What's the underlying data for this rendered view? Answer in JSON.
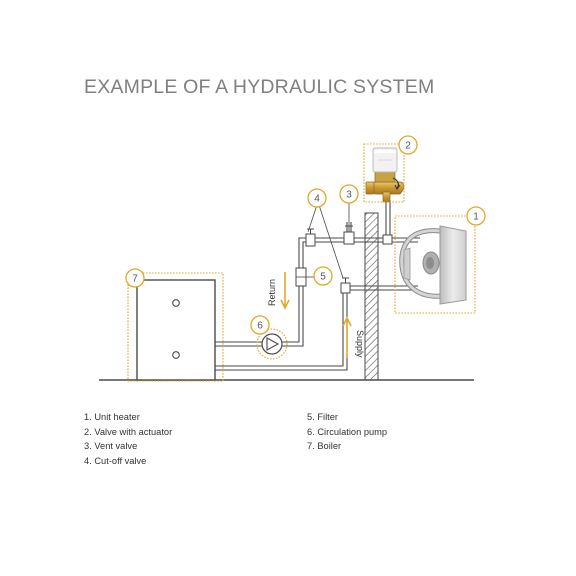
{
  "title": "EXAMPLE OF A HYDRAULIC SYSTEM",
  "colors": {
    "accent": "#e0a82a",
    "pipe": "#4a4a4a",
    "wall_hatch": "#555555",
    "title_gray": "#808080",
    "heater_body": "#d8d8d8"
  },
  "markers": {
    "unit_heater": "1",
    "valve_actuator": "2",
    "vent_valve": "3",
    "cutoff_valve": "4",
    "filter": "5",
    "circulation_pump": "6",
    "boiler": "7"
  },
  "labels": {
    "return": "Return",
    "supply": "Supply"
  },
  "legend": {
    "left": [
      "1. Unit heater",
      "2. Valve with actuator",
      "3. Vent valve",
      "4. Cut-off valve"
    ],
    "right": [
      "5. Filter",
      "6. Circulation pump",
      "7. Boiler"
    ]
  }
}
